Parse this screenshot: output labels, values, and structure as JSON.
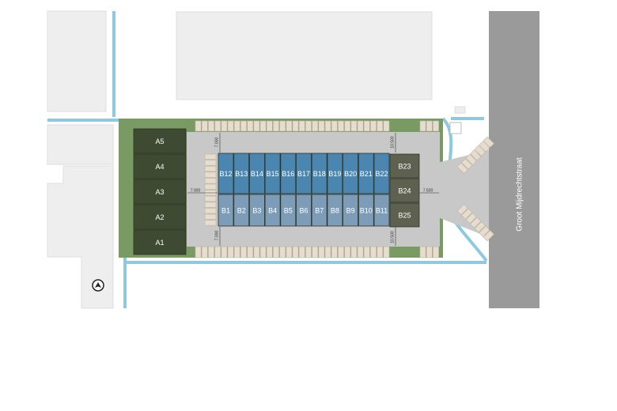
{
  "site_plan": {
    "street_name": "Groot Mijdrechtstraat",
    "lots_a": [
      "A5",
      "A4",
      "A3",
      "A2",
      "A1"
    ],
    "lots_b_top": [
      "B12",
      "B13",
      "B14",
      "B15",
      "B16",
      "B17",
      "B18",
      "B19",
      "B20",
      "B21",
      "B22"
    ],
    "lots_b_bottom": [
      "B1",
      "B2",
      "B3",
      "B4",
      "B5",
      "B6",
      "B7",
      "B8",
      "B9",
      "B10",
      "B11"
    ],
    "lots_b_right": [
      "B23",
      "B24",
      "B25"
    ],
    "dimensions": {
      "top_left": "7.000",
      "top_right": "10.500",
      "left_mid": "7.000",
      "right_mid": "7.500",
      "bottom_left": "7.000",
      "bottom_right": "10.500"
    },
    "compass_icon": "north-arrow-icon",
    "colors": {
      "lot_a": "#3f4a33",
      "lot_b_top": "#4a86b0",
      "lot_b_bottom": "#7d9cb8",
      "lot_b_right": "#5e6150",
      "water": "#8ec9df",
      "grass": "#7a9a64",
      "paving": "#c8c8c8",
      "road": "#9a9a9a",
      "building": "#eeeeee",
      "parking": "#e7ddcf"
    }
  }
}
